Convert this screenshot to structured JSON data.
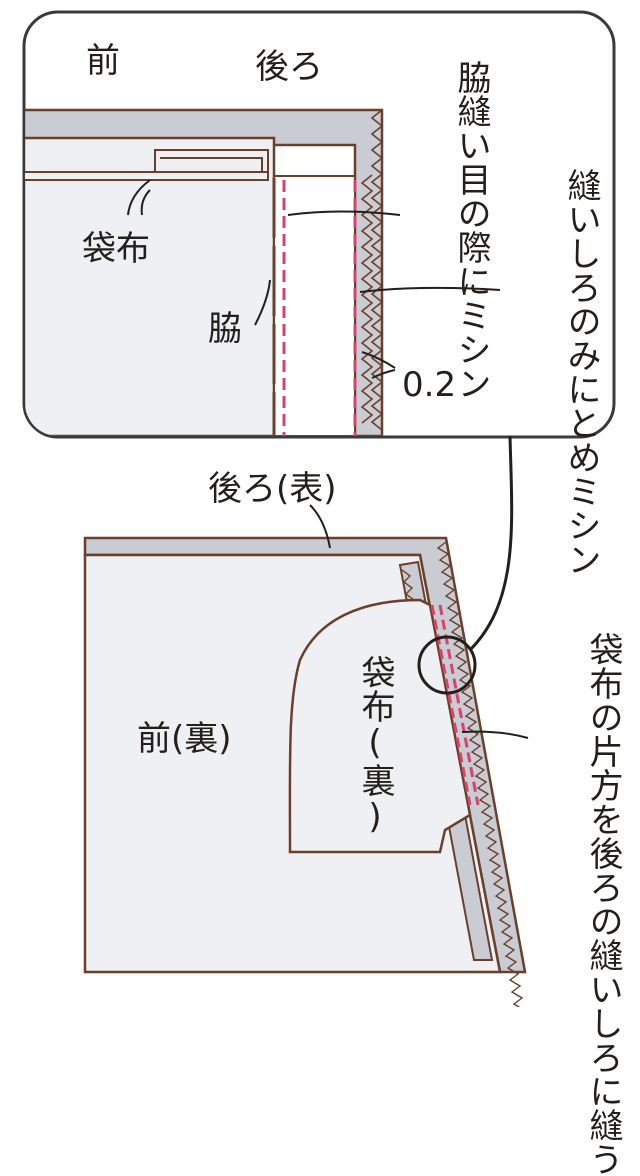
{
  "detail": {
    "front": "前",
    "back": "後ろ",
    "pocket_bag": "袋布",
    "side": "脇",
    "seam_stitch_note": "脇縫い目の際にミシン",
    "allowance_stitch_note": "縫いしろのみにとめミシン",
    "gap_value": "0.2"
  },
  "overview": {
    "back_face": "後ろ(表)",
    "front_reverse": "前(裏)",
    "pocket_bag_reverse": "袋布(裏)",
    "instruction": "袋布の片方を後ろの縫いしろに縫う"
  },
  "colors": {
    "outline": "#6b3f2a",
    "stitch": "#d6436b",
    "fabric_back": "#c9ccd2",
    "fabric_front": "#eef0f3",
    "panel_border": "#3a3a3a"
  }
}
